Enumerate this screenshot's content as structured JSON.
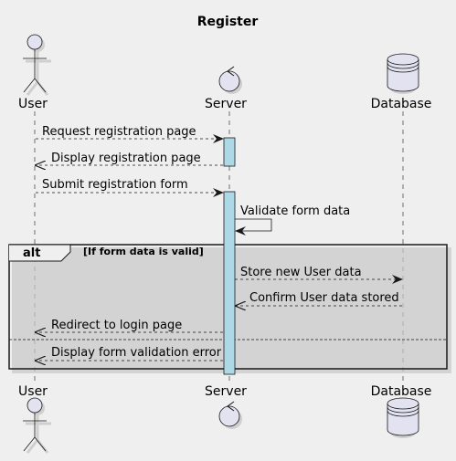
{
  "diagram": {
    "title": "Register",
    "participants": {
      "user": "User",
      "server": "Server",
      "database": "Database"
    },
    "messages": {
      "m1": "Request registration page",
      "m2": "Display registration page",
      "m3": "Submit registration form",
      "m4": "Validate form data",
      "m5": "Store new User data",
      "m6": "Confirm User data stored",
      "m7": "Redirect to login page",
      "m8": "Display form validation error"
    },
    "fragment": {
      "keyword": "alt",
      "guard": "[If form data is valid]"
    },
    "colors": {
      "background": "#efefef",
      "activation": "#add8e6",
      "participant_fill": "#e2e2f0"
    }
  }
}
